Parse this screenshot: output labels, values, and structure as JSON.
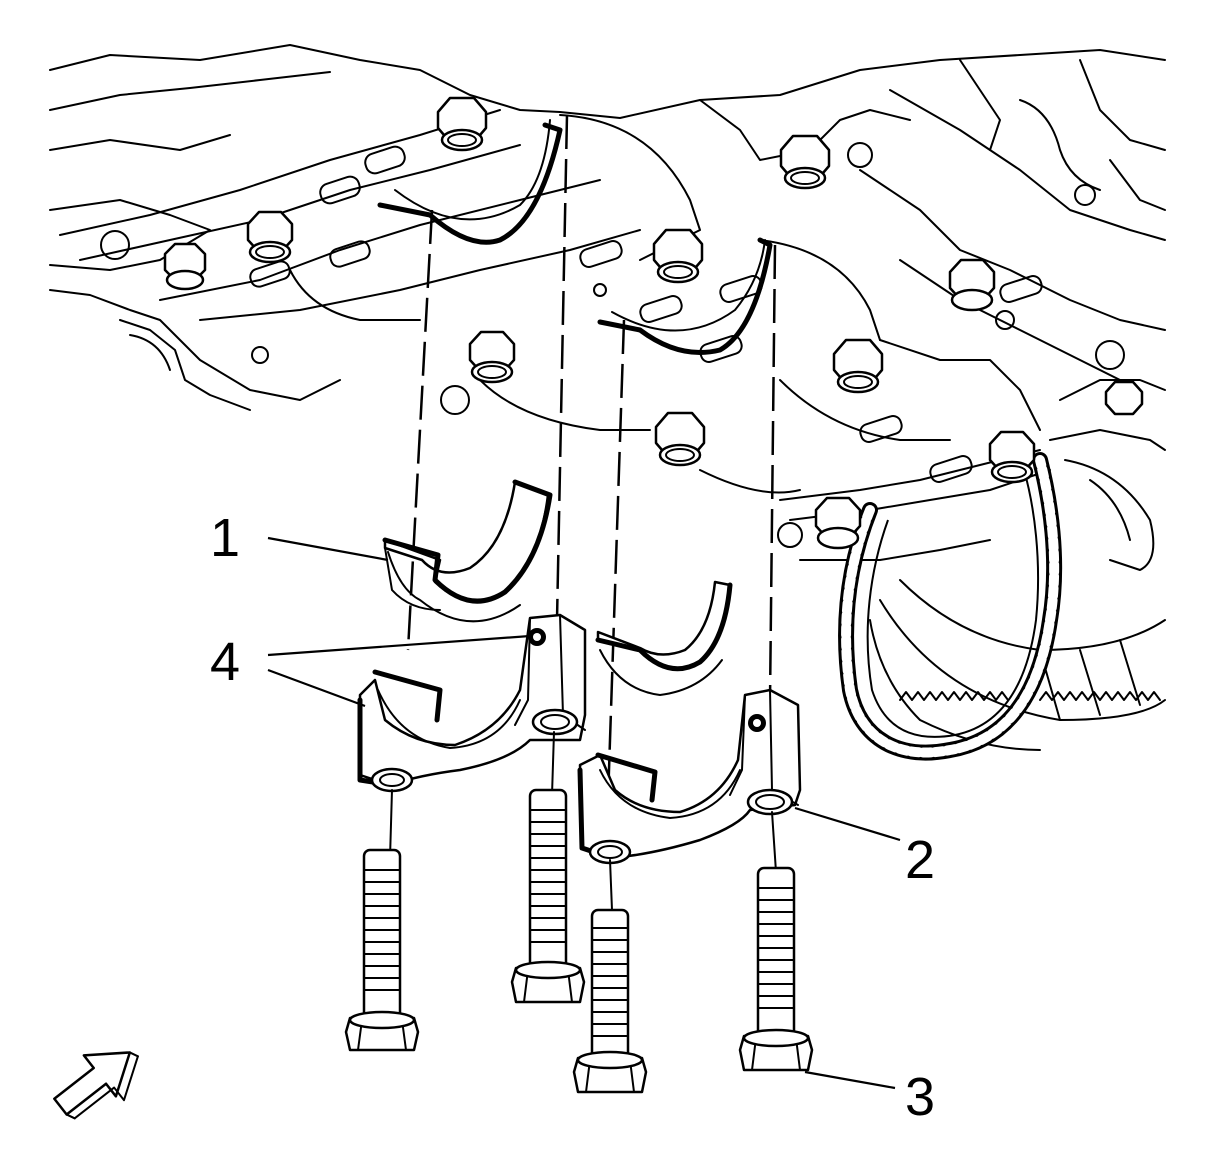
{
  "callouts": {
    "c1": "1",
    "c2": "2",
    "c3": "3",
    "c4": "4"
  },
  "icons": {
    "view_arrow": "view-direction-arrow-icon"
  }
}
